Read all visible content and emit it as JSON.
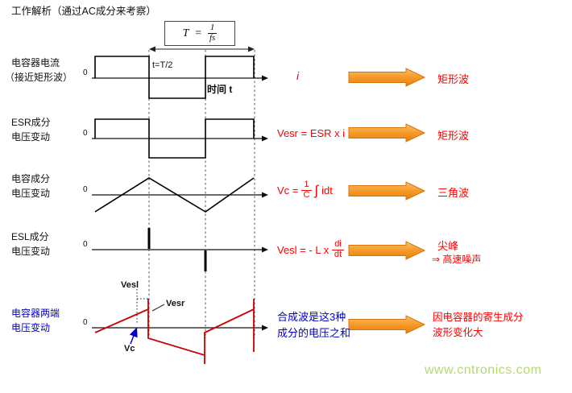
{
  "title": "工作解析（通过AC成分来考察）",
  "watermark": "www.cntronics.com",
  "period": {
    "symbol": "T",
    "eq": "=",
    "num": "1",
    "den": "fs"
  },
  "colors": {
    "formula_red": "#ff0000",
    "label_blue": "#0000cc",
    "arrow_orange": "#f59a28",
    "composite_red": "#cc0000",
    "watermark_green": "#b8d773"
  },
  "rows": [
    {
      "label1": "电容器电流",
      "label2": "（接近矩形波）",
      "zero": "0",
      "half_period": "t=T/2",
      "time_label": "时间 t",
      "formula": "i",
      "result": "矩形波"
    },
    {
      "label1": "ESR成分",
      "label2": "电压变动",
      "zero": "0",
      "formula": "Vesr = ESR x i",
      "result": "矩形波"
    },
    {
      "label1": "电容成分",
      "label2": "电压变动",
      "zero": "0",
      "formula_lhs": "Vc =",
      "frac_num": "1",
      "frac_den": "C",
      "integral": "∫",
      "formula_rhs": "idt",
      "result": "三角波"
    },
    {
      "label1": "ESL成分",
      "label2": "电压变动",
      "zero": "0",
      "formula_lhs": "Vesl = - L x",
      "frac_num": "di",
      "frac_den": "dt",
      "result1": "尖峰",
      "result2": "⇒ 高速噪声"
    },
    {
      "label1": "电容器两端",
      "label2": "电压变动",
      "zero": "0",
      "vesl_label": "Vesl",
      "vesr_label": "Vesr",
      "vc_label": "Vc",
      "formula1": "合成波是这3种",
      "formula2": "成分的电压之和",
      "result1": "因电容器的寄生成分",
      "result2": "波形变化大"
    }
  ]
}
